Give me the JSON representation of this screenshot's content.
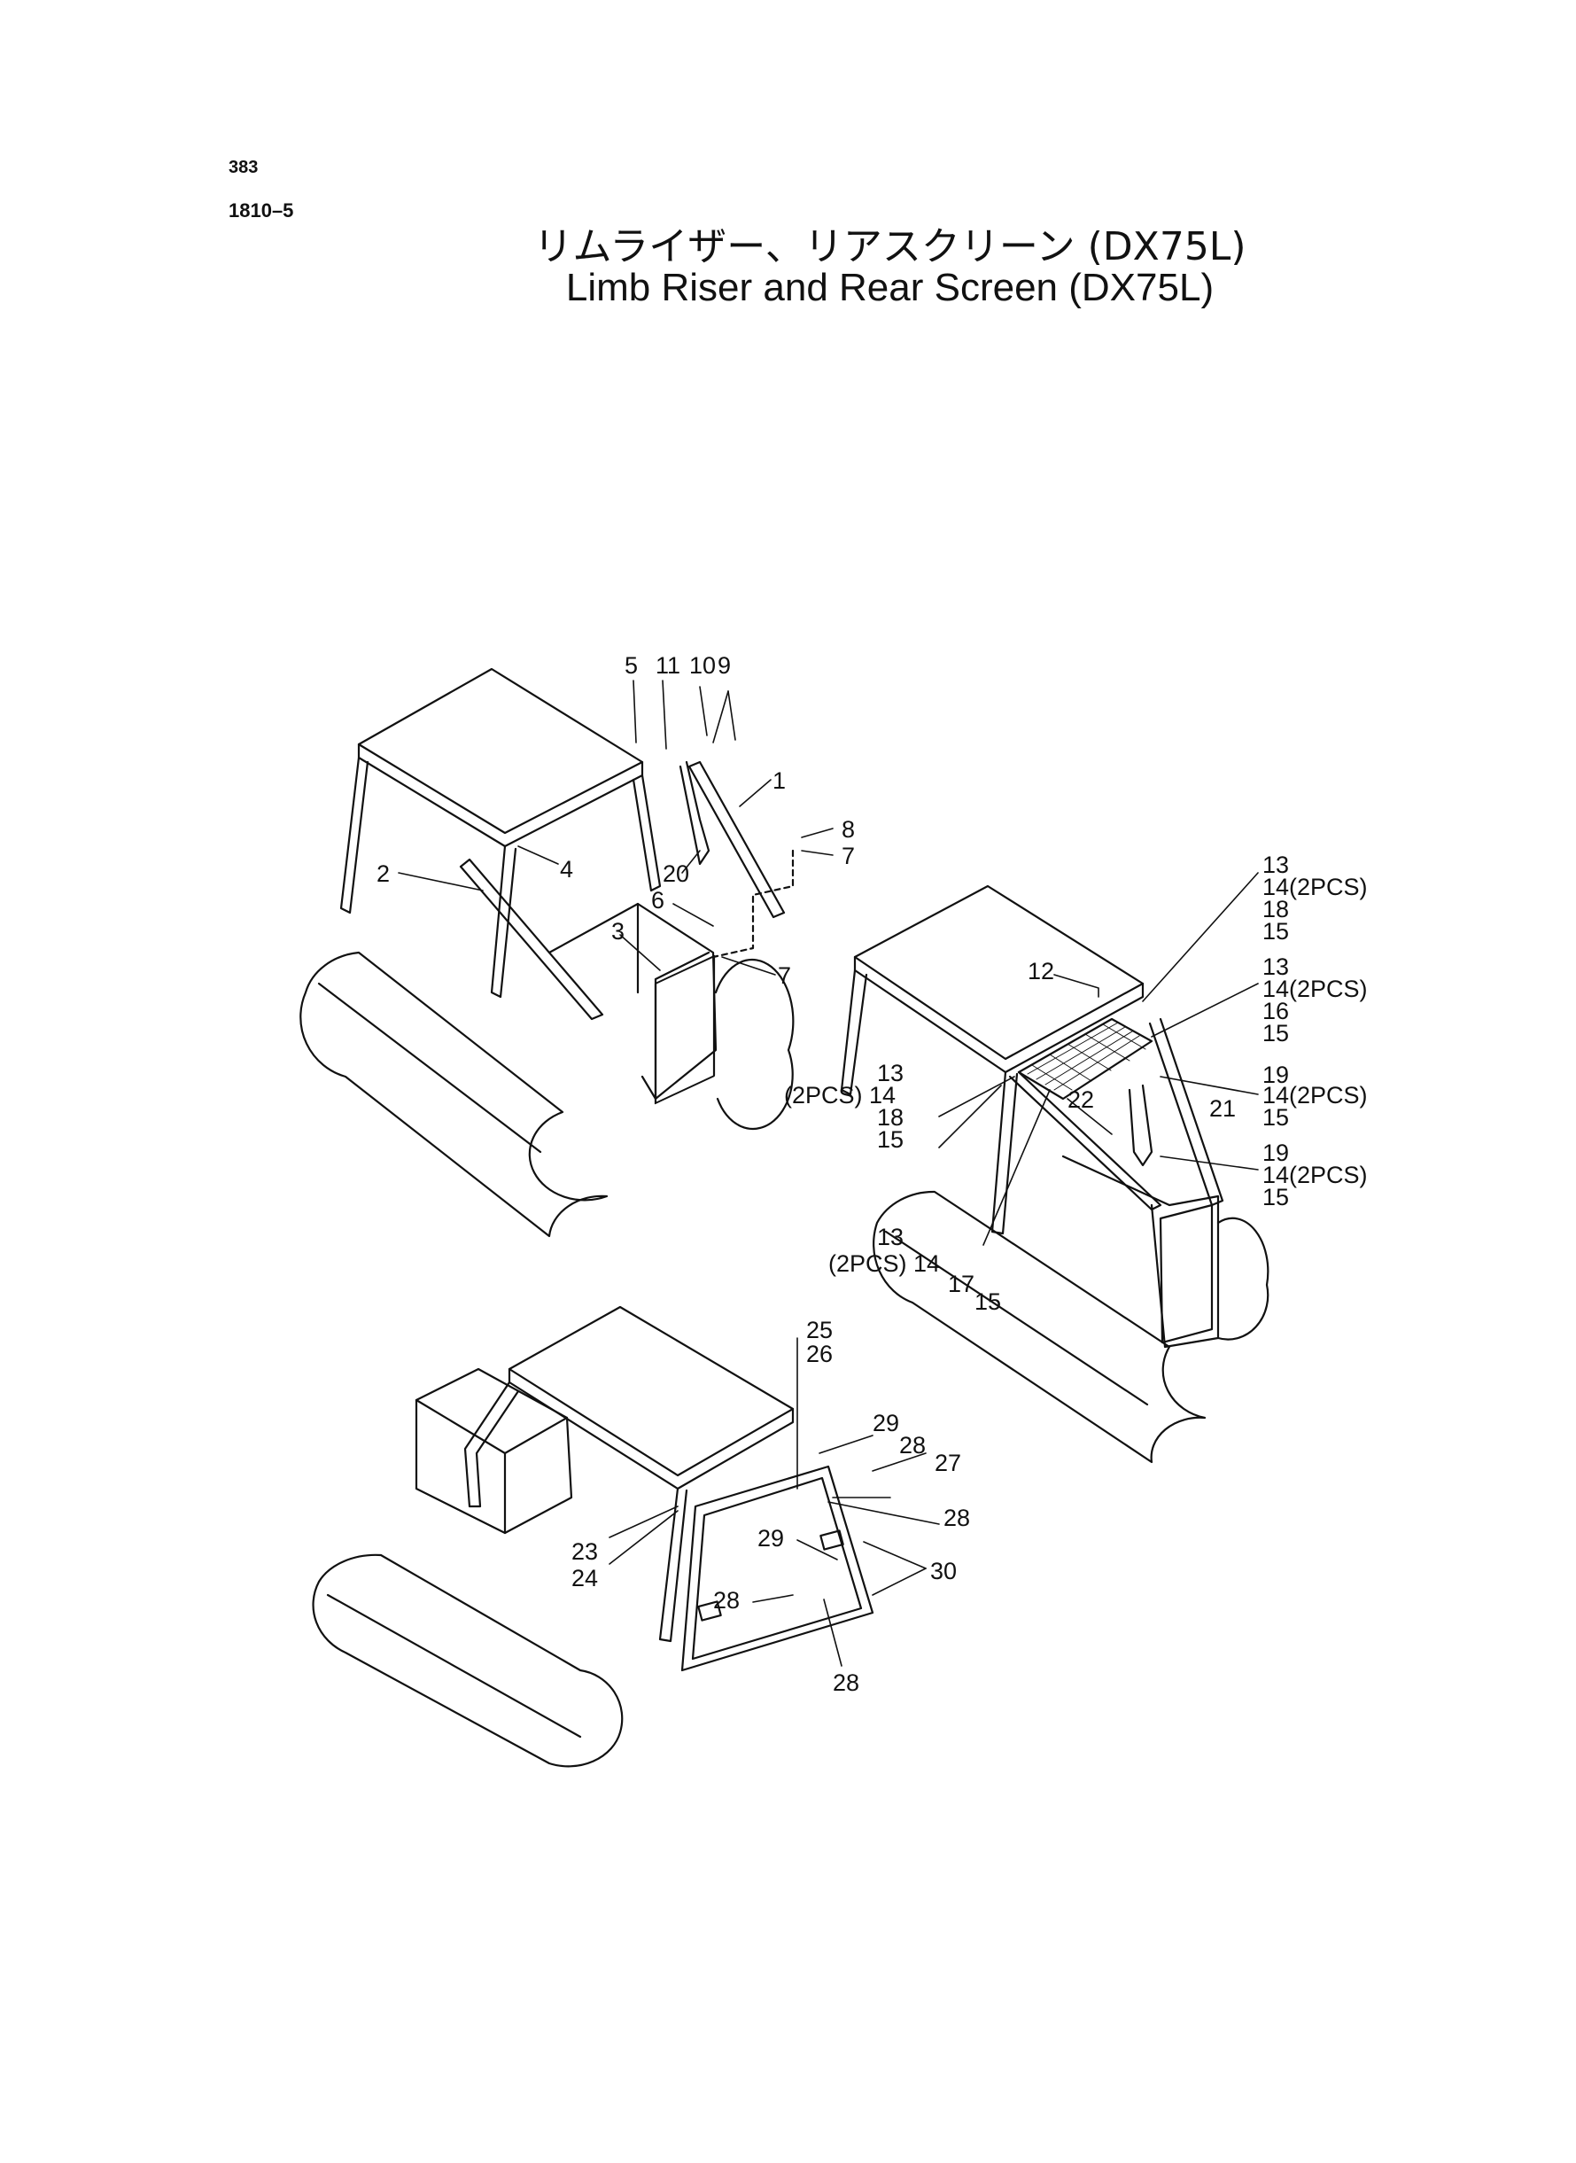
{
  "header": {
    "page_number": "383",
    "figure_number": "1810–5",
    "title_jp": "リムライザー、リアスクリーン (DX75L)",
    "title_en": "Limb Riser and Rear Screen (DX75L)"
  },
  "callouts": {
    "top_view": [
      "5",
      "11",
      "10",
      "9",
      "1",
      "8",
      "7",
      "2",
      "4",
      "20",
      "6",
      "3",
      "7"
    ],
    "right_view": [
      "13",
      "14(2PCS)",
      "18",
      "15",
      "13",
      "14(2PCS)",
      "16",
      "15",
      "12",
      "13",
      "(2PCS) 14",
      "18",
      "15",
      "19",
      "14(2PCS)",
      "15",
      "22",
      "21",
      "19",
      "14(2PCS)",
      "15",
      "13",
      "(2PCS) 14",
      "17",
      "15"
    ],
    "bottom_view": [
      "25",
      "26",
      "29",
      "28",
      "27",
      "28",
      "29",
      "30",
      "23",
      "24",
      "28",
      "28"
    ]
  }
}
